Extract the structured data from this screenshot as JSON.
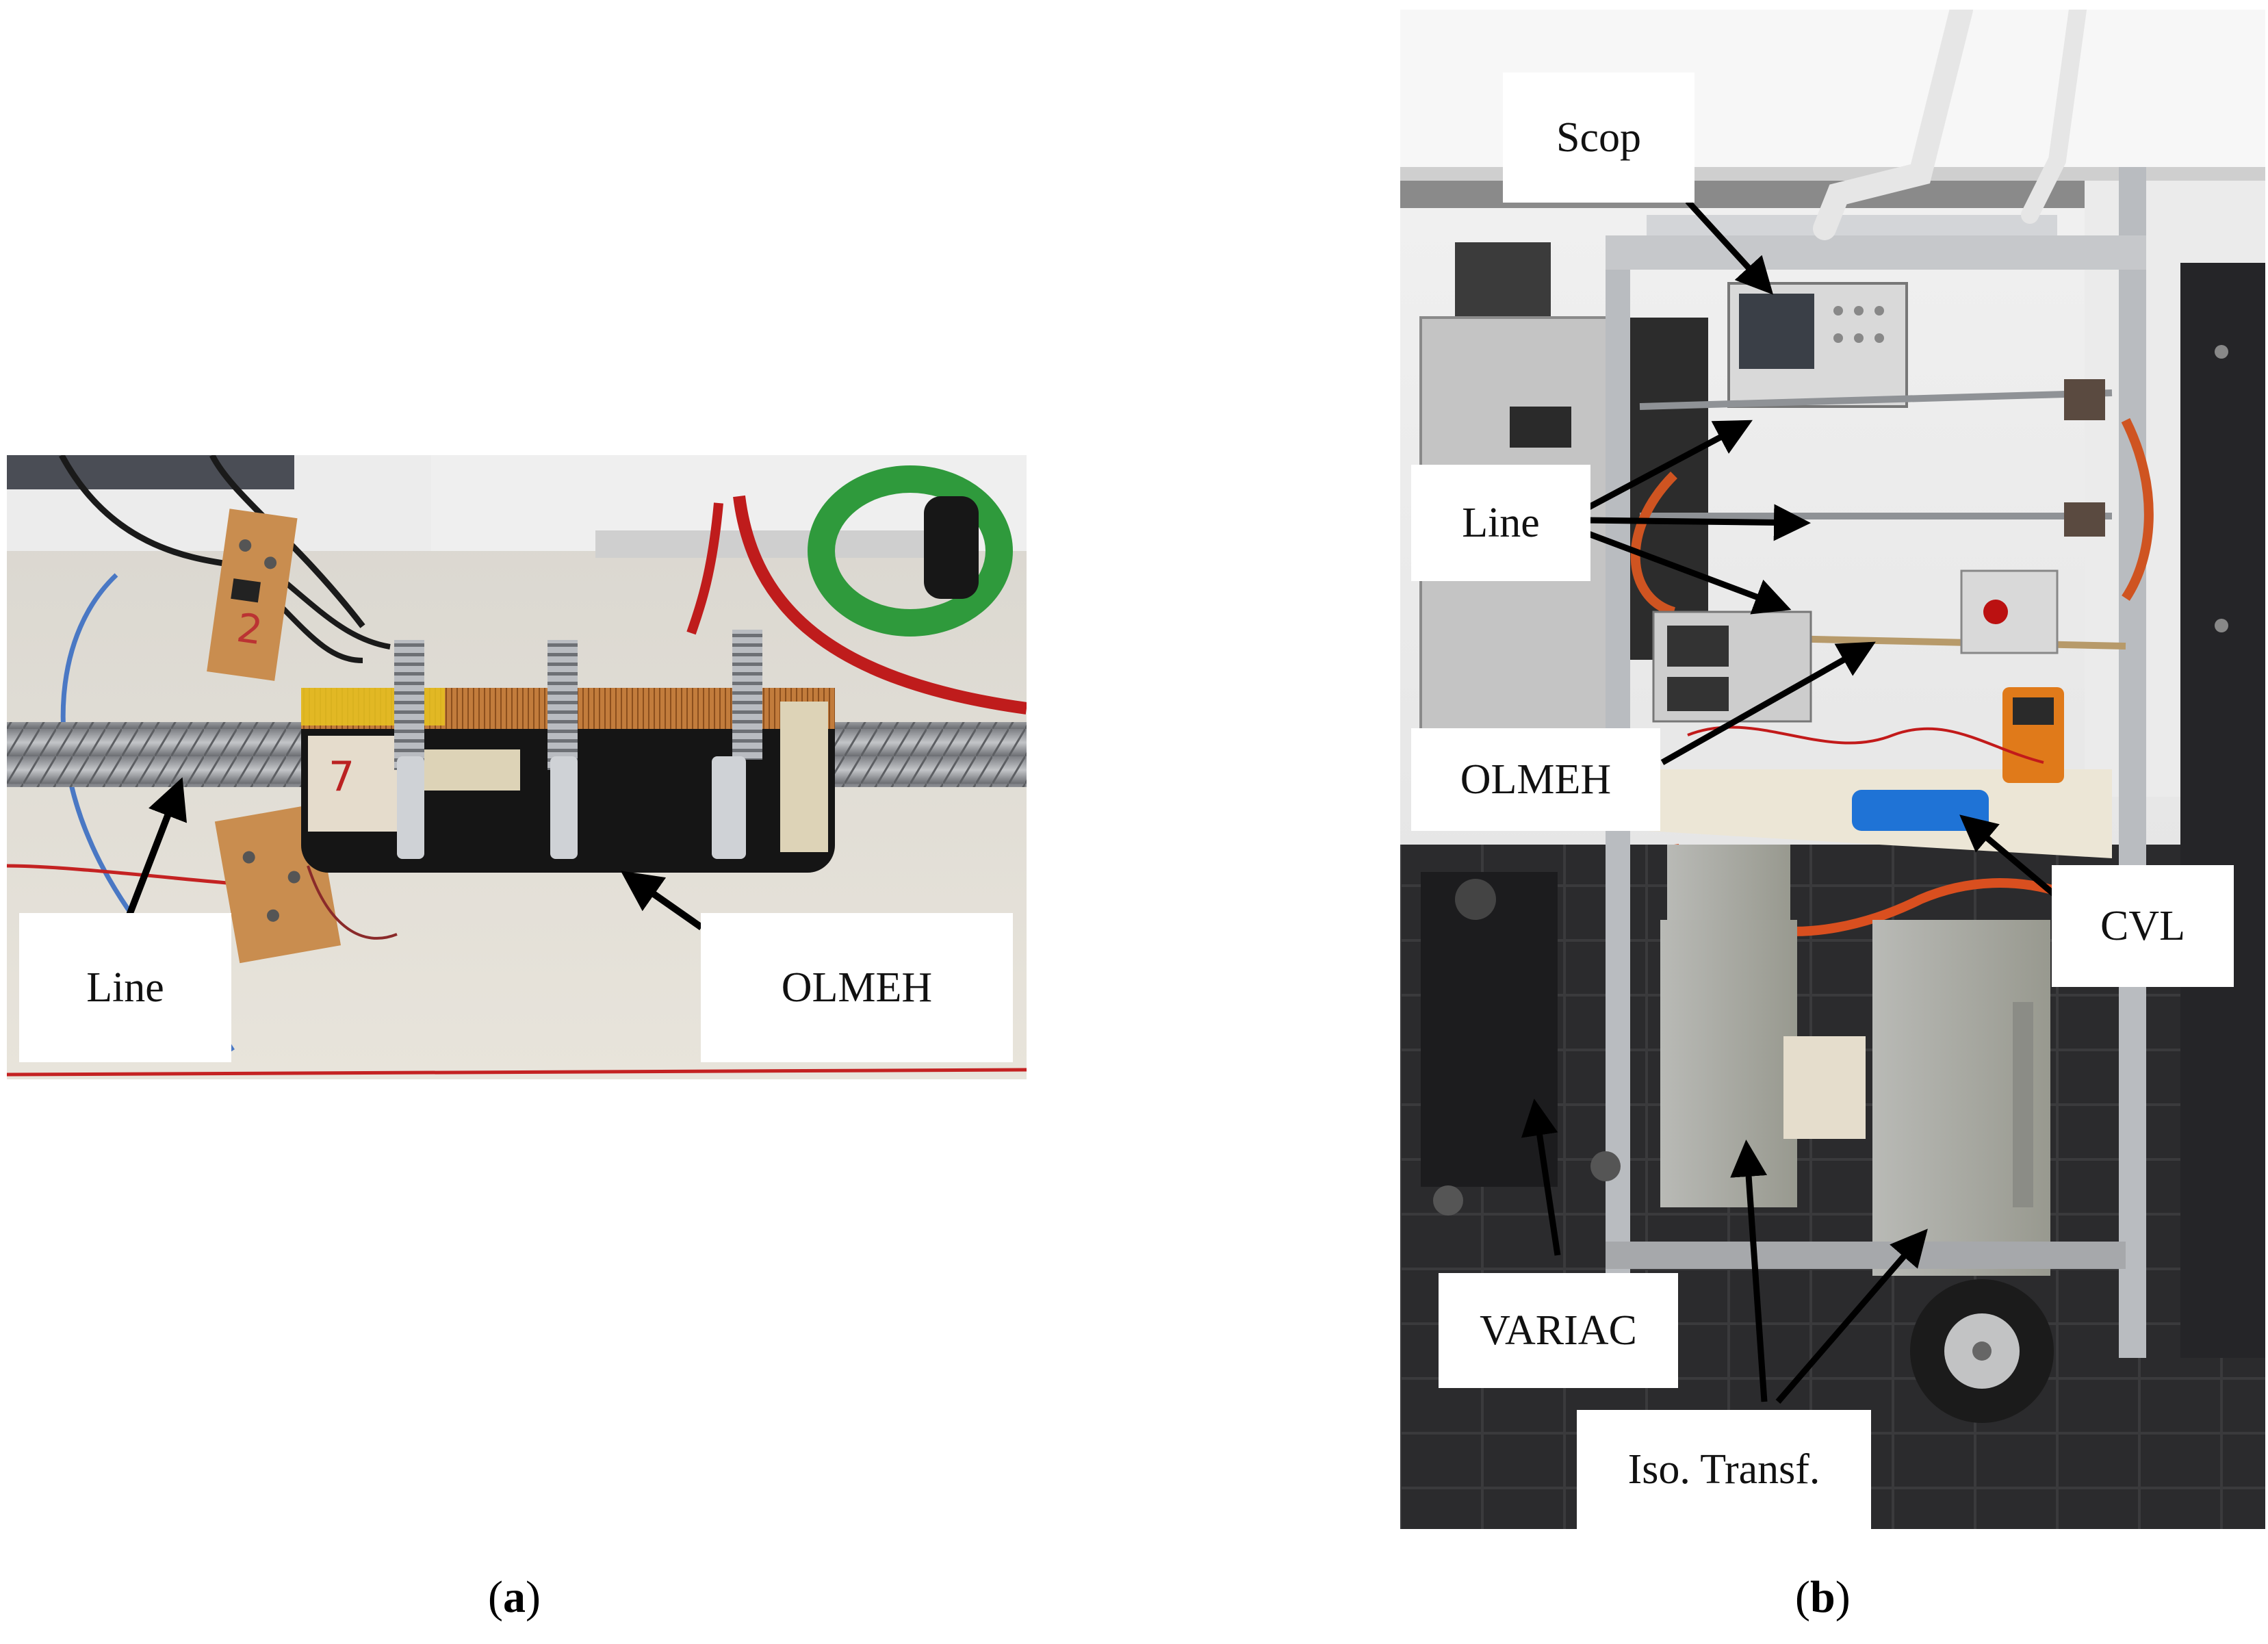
{
  "panel_a": {
    "labels": {
      "line": "Line",
      "olmeh": "OLMEH"
    },
    "caption": {
      "open": "(",
      "letter": "a",
      "close": ")"
    }
  },
  "panel_b": {
    "labels": {
      "scop": "Scop",
      "line": "Line",
      "olmeh": "OLMEH",
      "cvl": "CVL",
      "variac": "VARIAC",
      "iso_transf": "Iso. Transf."
    },
    "caption": {
      "open": "(",
      "letter": "b",
      "close": ")"
    }
  },
  "colors": {
    "arrow": "#000000",
    "label_background": "#ffffff",
    "coil_copper": "#b8743a",
    "cable_red": "#c21a1a",
    "clamp_green": "#2f9a3c",
    "battery_blue": "#1f73d6",
    "transformer_grey": "#a9aaa6"
  }
}
